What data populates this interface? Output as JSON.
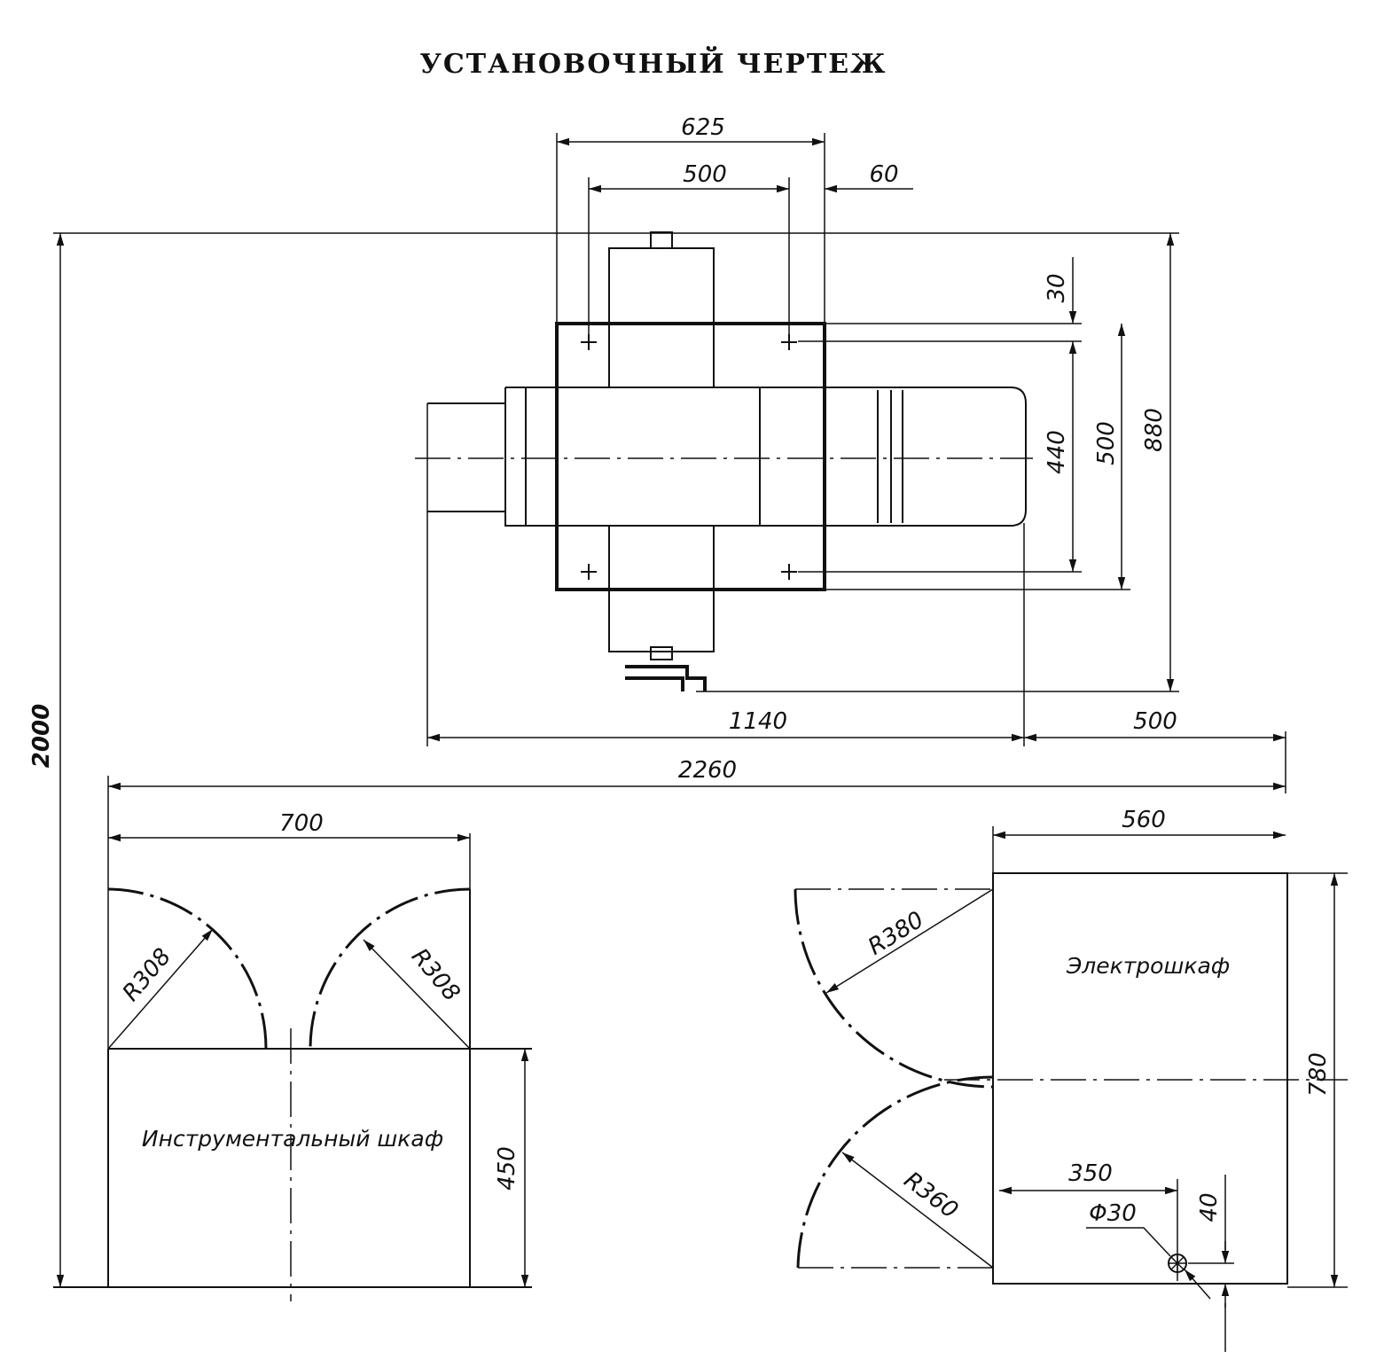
{
  "title": "УСТАНОВОЧНЫЙ ЧЕРТЕЖ",
  "machine_dims": {
    "d625": "625",
    "d500w": "500",
    "d60": "60",
    "d30": "30",
    "d440": "440",
    "d500h": "500",
    "d880": "880",
    "d1140": "1140",
    "d500r": "500",
    "d2260": "2260",
    "d2000": "2000"
  },
  "tool_cabinet": {
    "label": "Инструментальный шкаф",
    "d700": "700",
    "r_left": "R308",
    "r_right": "R308",
    "d450": "450"
  },
  "electric_cabinet": {
    "label": "Электрошкаф",
    "d560": "560",
    "r380": "R380",
    "r360": "R360",
    "d780": "780",
    "d350": "350",
    "hole": "Φ30",
    "d40": "40"
  }
}
